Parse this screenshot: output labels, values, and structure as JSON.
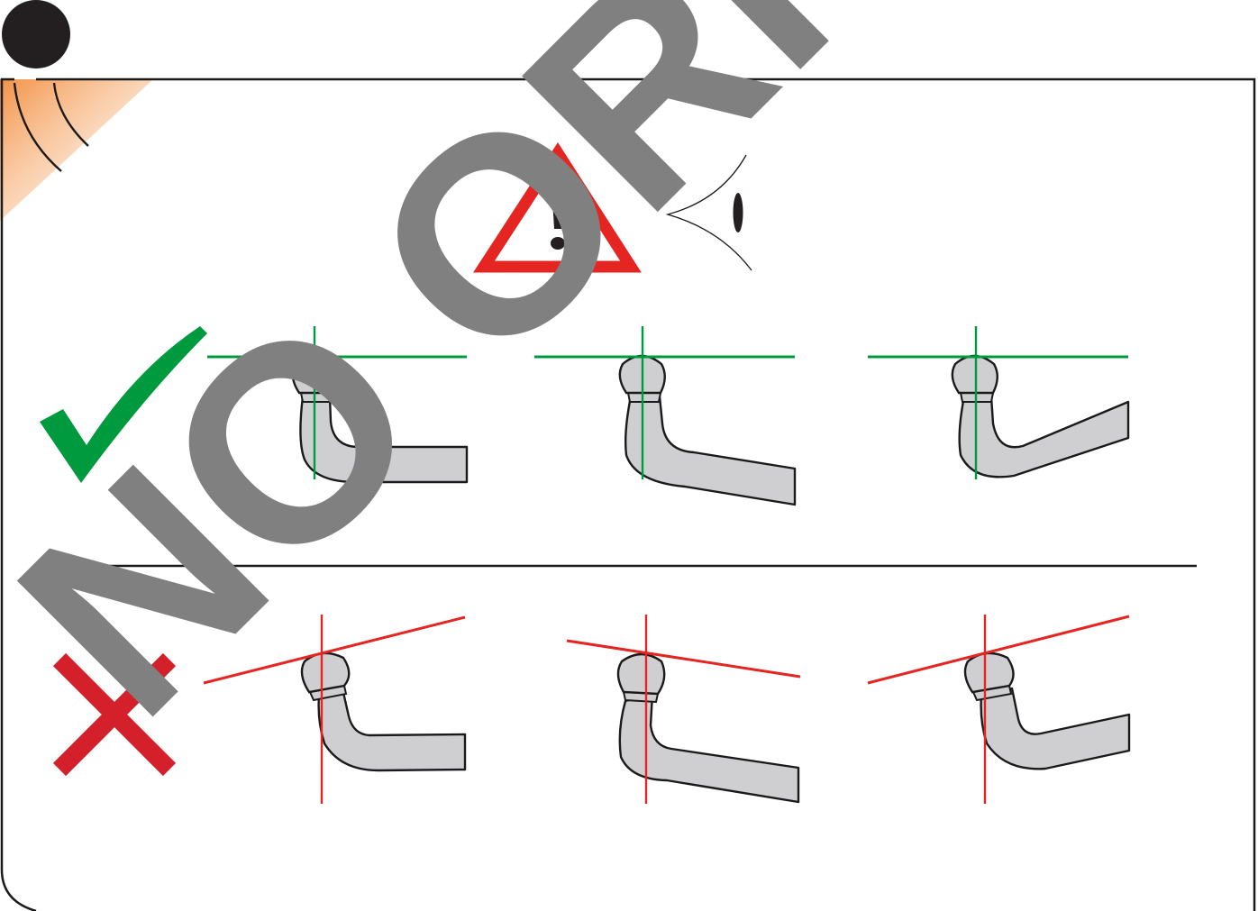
{
  "watermark": {
    "text": "NO ORI",
    "color": "#808080"
  },
  "colors": {
    "frame": "#1a1a1a",
    "page_dot": "#231f20",
    "corner_glow": "#f28c3c",
    "hazard": "#e52521",
    "correct": "#009a3e",
    "wrong": "#d4202a",
    "bar_fill": "#cfcfd1",
    "outline": "#1a1a1a"
  },
  "icons": {
    "top_left": "page-corner-dot-icon",
    "warning": "warning-triangle-icon",
    "eye": "eye-icon",
    "correct": "check-mark-icon",
    "wrong": "cross-mark-icon"
  },
  "correct_examples": [
    {
      "orientation": "level-ball-horizontal-bar"
    },
    {
      "orientation": "level-ball-sloping-bar"
    },
    {
      "orientation": "level-ball-rising-bar"
    }
  ],
  "wrong_examples": [
    {
      "orientation": "tilted-ball-horizontal-bar"
    },
    {
      "orientation": "tilted-ball-sloping-bar"
    },
    {
      "orientation": "tilted-ball-rising-bar"
    }
  ]
}
